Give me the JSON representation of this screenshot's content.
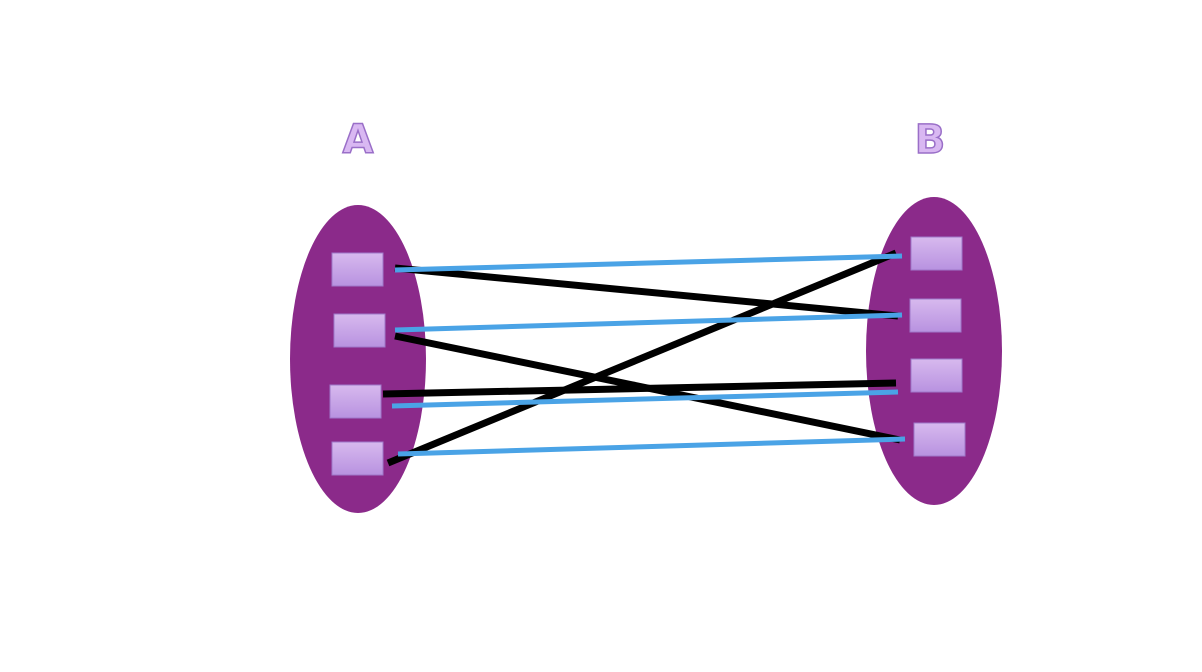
{
  "sets": [
    {
      "id": "A",
      "label": "A"
    },
    {
      "id": "B",
      "label": "B"
    }
  ],
  "colors": {
    "set_fill": "#8b2a8a",
    "element_fill_top": "#d7b9ee",
    "element_fill_bottom": "#b892e0",
    "element_stroke": "#9f78c9",
    "label_fill": "#d9b8f2",
    "label_stroke": "#9a6fc8",
    "black_edge": "#000000",
    "blue_edge": "#4aa3e6"
  },
  "elements": {
    "A": 4,
    "B": 4
  },
  "edges": [
    {
      "from": 0,
      "to": 0,
      "color": "blue"
    },
    {
      "from": 0,
      "to": 1,
      "color": "black"
    },
    {
      "from": 1,
      "to": 1,
      "color": "blue"
    },
    {
      "from": 1,
      "to": 3,
      "color": "black"
    },
    {
      "from": 2,
      "to": 2,
      "color": "black"
    },
    {
      "from": 2,
      "to": 2,
      "color": "blue"
    },
    {
      "from": 3,
      "to": 0,
      "color": "black"
    },
    {
      "from": 3,
      "to": 3,
      "color": "blue"
    }
  ]
}
